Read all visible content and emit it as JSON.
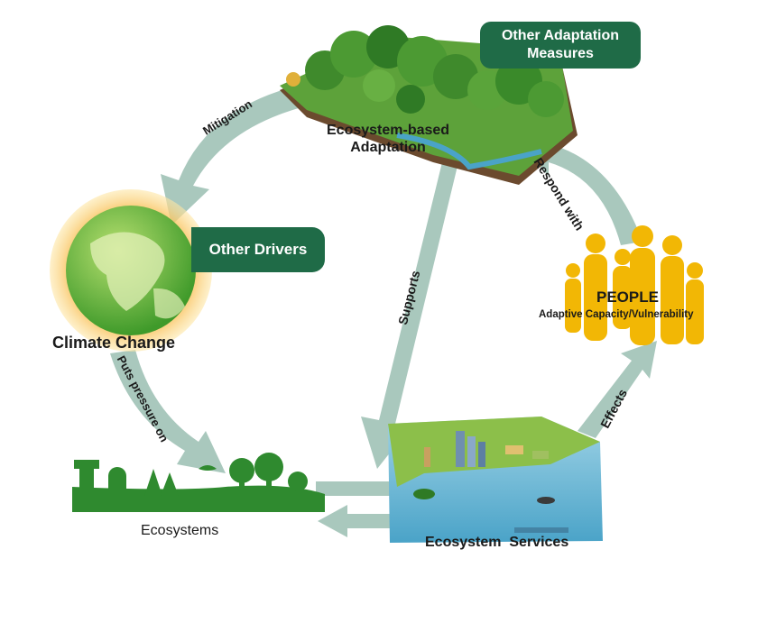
{
  "diagram": {
    "nodes": {
      "eba": {
        "line1": "Ecosystem-based",
        "line2": "Adaptation"
      },
      "other_adaptation": {
        "line1": "Other Adaptation",
        "line2": "Measures"
      },
      "other_drivers": "Other Drivers",
      "climate_change": "Climate Change",
      "people_title": "PEOPLE",
      "people_subtitle": "Adaptive Capacity/Vulnerability",
      "ecosystems": "Ecosystems",
      "ecosystem_services": "Ecosystem  Services"
    },
    "edges": {
      "mitigation": "Mitigation",
      "puts_pressure": "Puts pressure on",
      "supports": "Supports",
      "respond_with": "Respond with",
      "effects": "Effects"
    },
    "colors": {
      "arrow": "#a9c8bd",
      "pill": "#1f6b47",
      "people": "#f2b705",
      "vegetation": "#2f8a2f",
      "globe_glow": "#f6a623",
      "water": "#4aa3c8"
    }
  }
}
